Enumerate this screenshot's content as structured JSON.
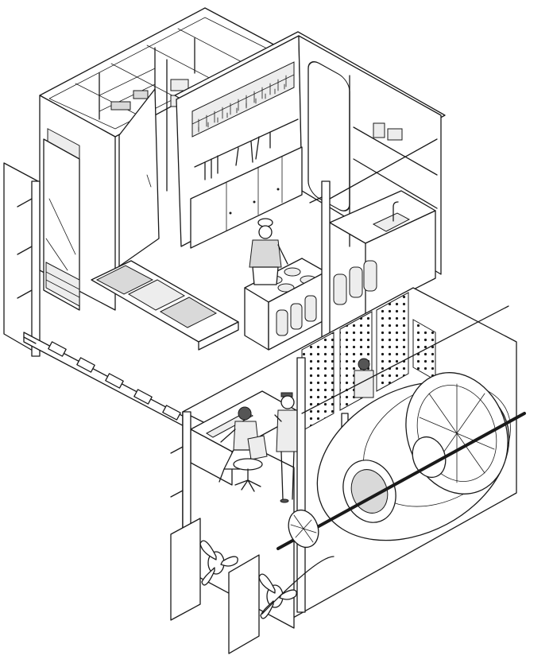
{
  "colors": {
    "ink": "#1a1a1a",
    "paper": "#ffffff",
    "shade": "#d9d9d9",
    "dark": "#555555"
  },
  "figure": {
    "modules": [
      "galley-module",
      "storage-module",
      "control-room-module",
      "propulsion-module"
    ],
    "people": [
      "cook",
      "seated-operator",
      "standing-engineer",
      "technician"
    ]
  }
}
